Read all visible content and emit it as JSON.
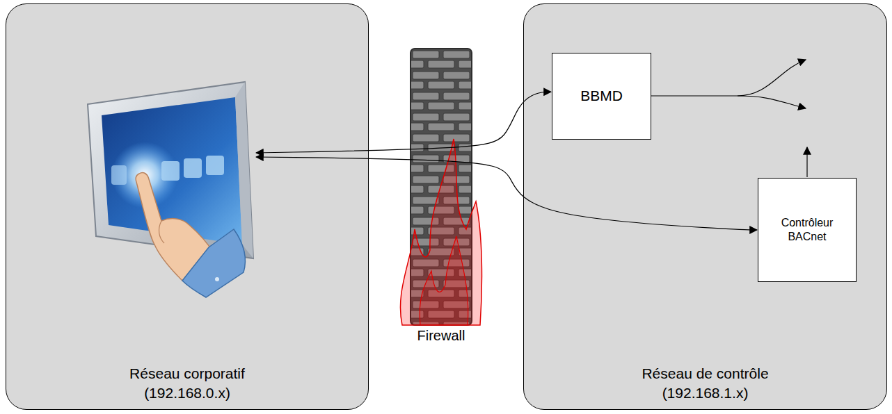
{
  "diagram": {
    "nodes": [
      {
        "text": [
          "Réseau corporatif (192.168.0.x)"
        ]
      },
      {
        "text": [
          "Réseau de contrôle (192.168.1.x)"
        ]
      },
      {
        "text": [
          "BBMD"
        ],
        "in": 1
      },
      {
        "text": [
          "Contrôleur BACnet"
        ],
        "in": 1
      }
    ],
    "edges": [
      {
        "from": 0,
        "to": 2,
        "arrow": "both"
      },
      {
        "from": 0,
        "to": 3,
        "arrow": "both"
      }
    ],
    "labels": [
      "Firewall"
    ]
  }
}
